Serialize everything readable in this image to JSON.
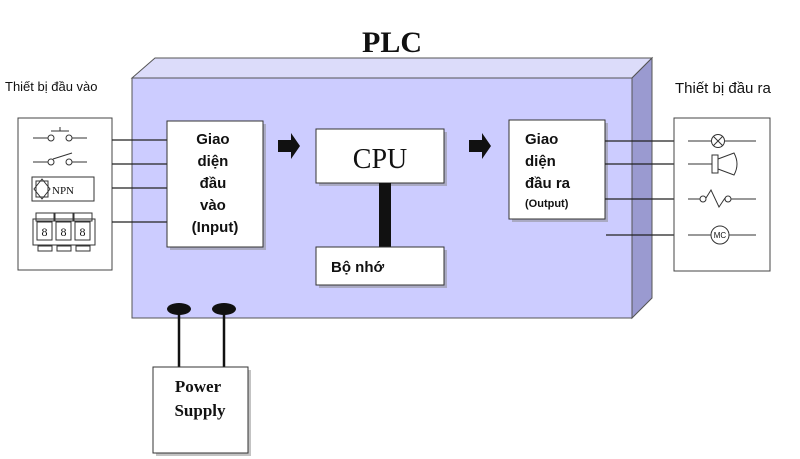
{
  "title": "PLC",
  "input_devices_label": "Thiết bị đầu vào",
  "output_devices_label": "Thiết bị đầu ra",
  "input_interface": {
    "lines": [
      "Giao",
      "diện",
      "đầu",
      "vào",
      "(Input)"
    ]
  },
  "cpu_label": "CPU",
  "memory_label": "Bộ nhớ",
  "output_interface": {
    "lines": [
      "Giao",
      "diện",
      "đầu ra",
      "(Output)"
    ]
  },
  "power_supply": {
    "lines": [
      "Power",
      "Supply"
    ]
  },
  "input_symbols": [
    "normally-open-switch",
    "normally-closed-switch",
    "npn-sensor",
    "thumbwheel-switch"
  ],
  "npn_label": "NPN",
  "thumbwheel_digits": [
    "8",
    "8",
    "8"
  ],
  "output_symbols": [
    "lamp",
    "horn",
    "heater",
    "motor-contactor"
  ],
  "mc_label": "MC",
  "colors": {
    "plc_front": "#ccccff",
    "plc_top": "#dcdcfa",
    "plc_side": "#9a9ad0",
    "box": "#ffffff",
    "line": "#000000"
  }
}
